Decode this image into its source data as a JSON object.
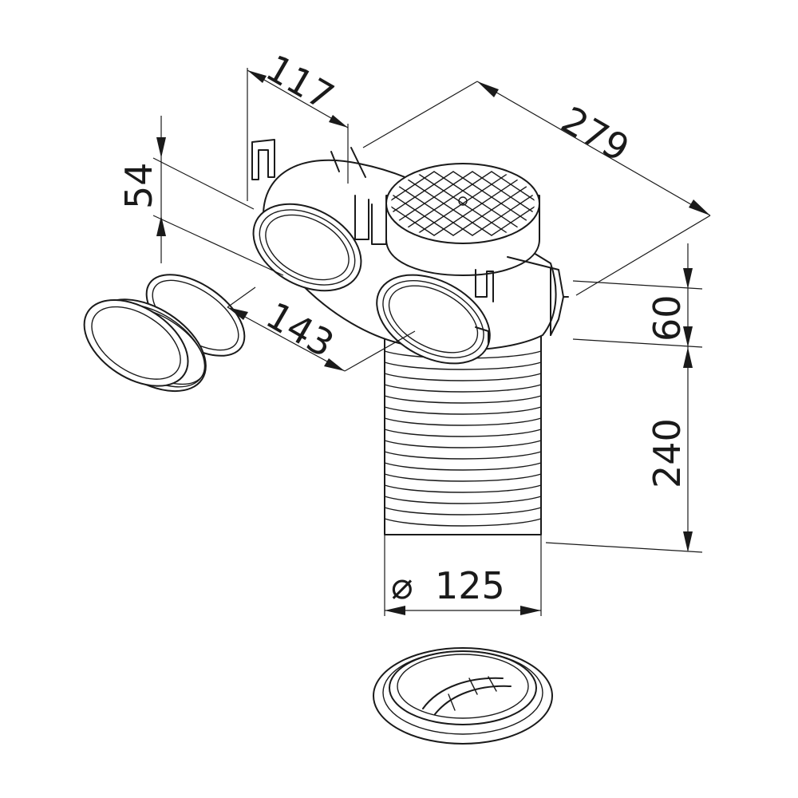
{
  "dimensions": {
    "width_117": "117",
    "length_279": "279",
    "height_54": "54",
    "width_143": "143",
    "height_60": "60",
    "height_240": "240",
    "diameter_symbol": "⌀",
    "diameter_125": "125"
  }
}
